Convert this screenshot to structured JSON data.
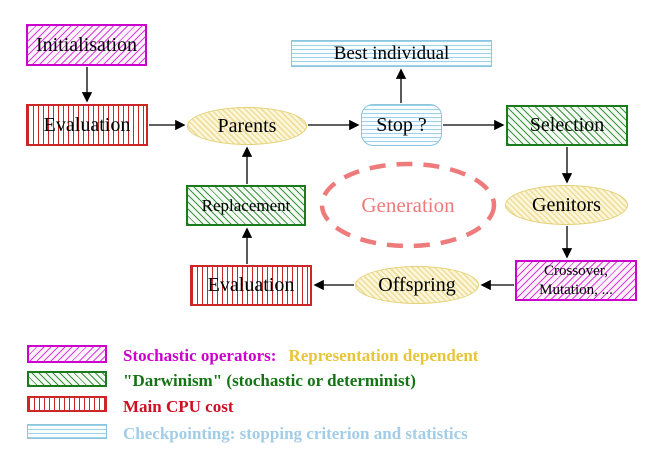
{
  "nodes": {
    "initialisation": {
      "label": "Initialisation"
    },
    "evaluation_top": {
      "label": "Evaluation"
    },
    "parents": {
      "label": "Parents"
    },
    "best_individual": {
      "label": "Best individual"
    },
    "stop": {
      "label": "Stop ?"
    },
    "selection": {
      "label": "Selection"
    },
    "genitors": {
      "label": "Genitors"
    },
    "crossover_mutation": {
      "line1": "Crossover,",
      "line2": "Mutation, ..."
    },
    "offspring": {
      "label": "Offspring"
    },
    "evaluation_bottom": {
      "label": "Evaluation"
    },
    "replacement": {
      "label": "Replacement"
    },
    "generation": {
      "label": "Generation"
    }
  },
  "edges": [
    {
      "from": "Initialisation",
      "to": "Evaluation"
    },
    {
      "from": "Evaluation",
      "to": "Parents"
    },
    {
      "from": "Parents",
      "to": "Stop ?"
    },
    {
      "from": "Stop ?",
      "to": "Best individual"
    },
    {
      "from": "Stop ?",
      "to": "Selection"
    },
    {
      "from": "Selection",
      "to": "Genitors"
    },
    {
      "from": "Genitors",
      "to": "Crossover, Mutation, ..."
    },
    {
      "from": "Crossover, Mutation, ...",
      "to": "Offspring"
    },
    {
      "from": "Offspring",
      "to": "Evaluation"
    },
    {
      "from": "Evaluation",
      "to": "Replacement"
    },
    {
      "from": "Replacement",
      "to": "Parents"
    }
  ],
  "legend": {
    "rows": [
      {
        "swatch": "magenta-diagonal-hatch",
        "label": "Stochastic operators:",
        "label2": "Representation dependent"
      },
      {
        "swatch": "green-diagonal-hatch",
        "label": "\"Darwinism\" (stochastic or determinist)",
        "label2": ""
      },
      {
        "swatch": "red-vertical-stripes",
        "label": "Main CPU cost",
        "label2": ""
      },
      {
        "swatch": "cyan-horizontal-stripes",
        "label": "Checkpointing: stopping criterion and statistics",
        "label2": ""
      }
    ]
  },
  "colors": {
    "magenta": "#cc00cc",
    "green": "#1c7a1c",
    "red": "#cc2222",
    "cyan_border": "#8cc6dc",
    "cyan_text": "#a2cde8",
    "yellow_node_border": "#e3d077",
    "gold_text": "#e7c53a",
    "salmon": "#ed7b7b",
    "arrow": "#000000"
  }
}
